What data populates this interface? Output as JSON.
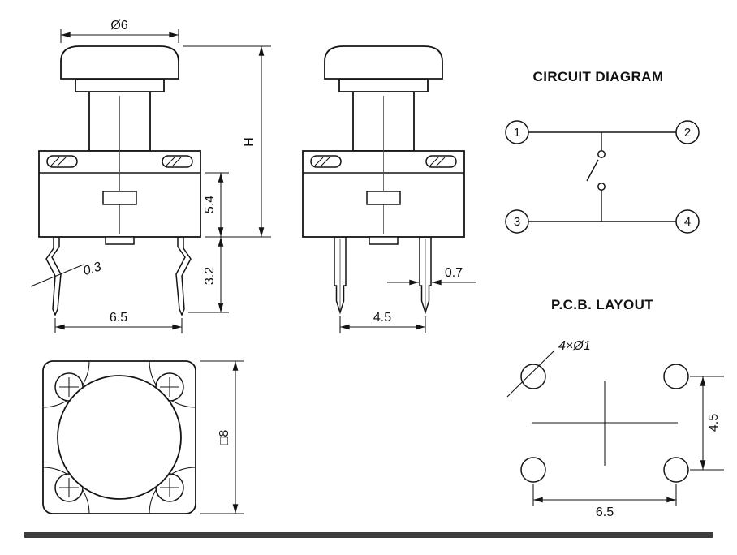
{
  "colors": {
    "line": "#141414",
    "background": "#ffffff",
    "footer_bar": "#3d3d3d"
  },
  "front_view": {
    "dim_cap_diameter": "Ø6",
    "dim_total_height": "H",
    "dim_body_height": "5.4",
    "dim_lead_below_board": "3.2",
    "dim_lead_thickness": "0.3",
    "dim_lead_pitch": "6.5"
  },
  "side_view": {
    "dim_lead_width": "0.7",
    "dim_lead_pitch": "4.5"
  },
  "circuit_diagram": {
    "title": "CIRCUIT DIAGRAM",
    "terminals": [
      "1",
      "2",
      "3",
      "4"
    ]
  },
  "bottom_view": {
    "dim_base_square": "□8"
  },
  "pcb_layout": {
    "title": "P.C.B. LAYOUT",
    "hole_spec": "4×Ø1",
    "dim_hole_pitch_v": "4.5",
    "dim_hole_pitch_h": "6.5"
  }
}
